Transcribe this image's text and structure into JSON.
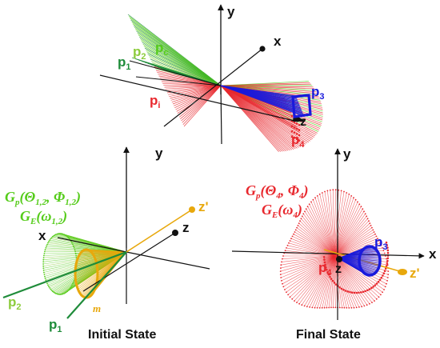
{
  "colors": {
    "red": "#e8282e",
    "green": "#55cc1a",
    "darkgreen": "#1f8c3a",
    "lightgreen": "#8ccc3c",
    "blue": "#1a1adc",
    "gold": "#e8a80c",
    "black": "#111111"
  },
  "top": {
    "axis_y": "y",
    "axis_x": "x",
    "axis_z": "z",
    "p1": "p",
    "p1_sub": "1",
    "p2": "p",
    "p2_sub": "2",
    "pc": "p",
    "pc_sub": "c",
    "pi": "p",
    "pi_sub": "i",
    "p3": "p",
    "p3_sub": "3",
    "p4": "p",
    "p4_sub": "4"
  },
  "initial": {
    "axis_y": "y",
    "axis_x": "x",
    "axis_z": "z",
    "axis_zp": "z'",
    "formula_gp": "G",
    "formula_gp_sub": "p",
    "formula_gp_args": "(Θ",
    "formula_gp_a1": "1,2",
    "formula_gp_mid": ", Φ",
    "formula_gp_a2": "1,2",
    "formula_gp_end": ")",
    "formula_ge": "G",
    "formula_ge_sub": "E",
    "formula_ge_args": "(ω",
    "formula_ge_a1": "1,2",
    "formula_ge_end": ")",
    "p1": "p",
    "p1_sub": "1",
    "p2": "p",
    "p2_sub": "2",
    "m": "m",
    "title": "Initial State"
  },
  "final": {
    "axis_y": "y",
    "axis_x": "x",
    "axis_z": "z",
    "axis_zp": "z'",
    "formula_gp": "G",
    "formula_gp_sub": "p",
    "formula_gp_args": "(Θ",
    "formula_gp_a1": "4",
    "formula_gp_mid": ", Φ",
    "formula_gp_a2": "4",
    "formula_gp_end": ")",
    "formula_ge": "G",
    "formula_ge_sub": "E",
    "formula_ge_args": "(ω",
    "formula_ge_a1": "4",
    "formula_ge_end": ")",
    "p3": "p",
    "p3_sub": "3",
    "p4": "p",
    "p4_sub": "4",
    "title": "Final State"
  }
}
